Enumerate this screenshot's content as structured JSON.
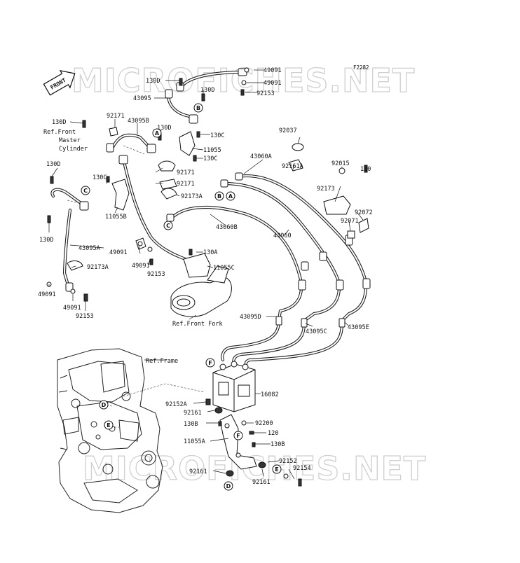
{
  "diagram_code": "F2282",
  "watermarks": [
    "MICROFICHES.NET",
    "MICROFICHES.NET"
  ],
  "direction_arrow": "FRONT",
  "references": {
    "front_master_cylinder": [
      "Ref.Front",
      "Master",
      "Cylinder"
    ],
    "front_fork": "Ref.Front Fork",
    "frame": "Ref.Frame"
  },
  "circle_labels": [
    "A",
    "B",
    "C",
    "D",
    "E",
    "F"
  ],
  "parts": [
    "130D",
    "49091",
    "49091",
    "92153",
    "43095",
    "130D",
    "130D",
    "92171",
    "43095B",
    "130D",
    "130C",
    "11055",
    "130C",
    "92037",
    "43060A",
    "92161A",
    "92015",
    "130",
    "92173",
    "92072",
    "92071",
    "130D",
    "130C",
    "92171",
    "92171",
    "92173A",
    "11055B",
    "130D",
    "43095A",
    "49091",
    "49091",
    "92153",
    "92173A",
    "49091",
    "49091",
    "92153",
    "130A",
    "11055C",
    "43060B",
    "43060",
    "43095D",
    "43095C",
    "43095E",
    "16082",
    "92152A",
    "92161",
    "130B",
    "92200",
    "120",
    "11055A",
    "130B",
    "92161",
    "92161",
    "92152",
    "92154"
  ]
}
